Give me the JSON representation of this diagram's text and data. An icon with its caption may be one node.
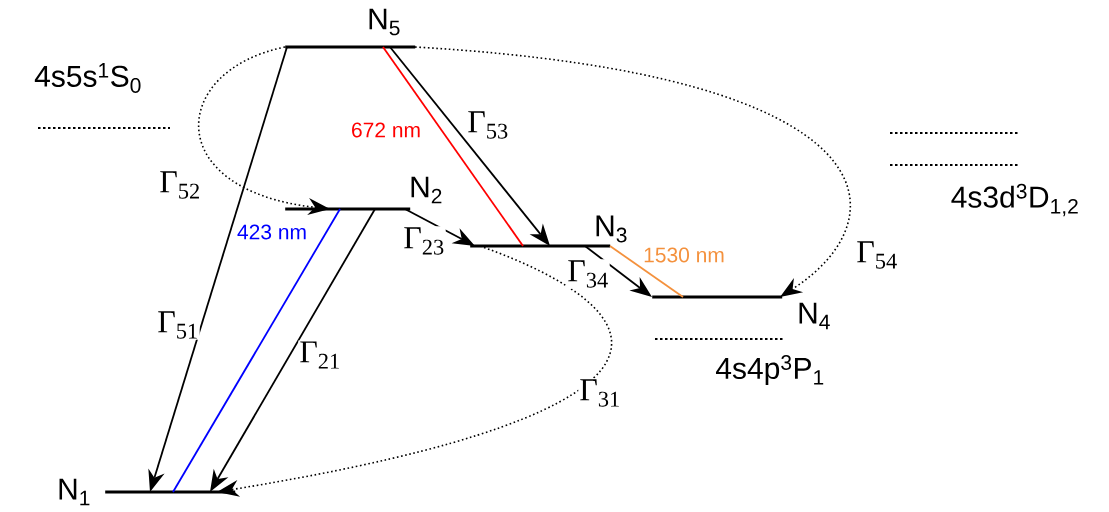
{
  "diagram": {
    "nodes": [
      {
        "text": [],
        "shape": "bar",
        "beside": [
          "N$_{5}$"
        ]
      },
      {
        "text": [],
        "shape": "bar",
        "beside": [
          "N$_{2}$"
        ]
      },
      {
        "text": [],
        "shape": "bar",
        "beside": [
          "N$_{3}$"
        ]
      },
      {
        "text": [],
        "shape": "bar",
        "beside": [
          "N$_{4}$"
        ]
      },
      {
        "text": [],
        "shape": "bar",
        "beside": [
          "N$_{1}$"
        ]
      }
    ],
    "edges": [
      {
        "from": 0,
        "to": 4,
        "arrow": "to",
        "label": "Γ$_{51}$"
      },
      {
        "from": 0,
        "to": 1,
        "arrow": "to",
        "label": "Γ$_{52}$",
        "style": "dashed"
      },
      {
        "from": 0,
        "to": 2,
        "arrow": "to",
        "label": "Γ$_{53}$"
      },
      {
        "from": 0,
        "to": 3,
        "arrow": "to",
        "label": "Γ$_{54}$",
        "style": "dashed"
      },
      {
        "from": 1,
        "to": 4,
        "arrow": "to",
        "label": "Γ$_{21}$"
      },
      {
        "from": 1,
        "to": 2,
        "arrow": "to",
        "label": "Γ$_{23}$"
      },
      {
        "from": 2,
        "to": 3,
        "arrow": "to",
        "label": "Γ$_{34}$"
      },
      {
        "from": 2,
        "to": 4,
        "arrow": "to",
        "label": "Γ$_{31}$",
        "style": "dashed"
      },
      {
        "from": 1,
        "to": 4,
        "arrow": "none",
        "label": "423 nm",
        "color": "#0000ff"
      },
      {
        "from": 0,
        "to": 2,
        "arrow": "none",
        "label": "672 nm",
        "color": "#ff0000"
      },
      {
        "from": 2,
        "to": 3,
        "arrow": "none",
        "label": "1530 nm",
        "color": "#f4913d"
      }
    ],
    "labels": [
      "4s5s$^{1}$S$_{0}$",
      "4s3d$^{3}$D$_{1,2}$",
      "4s4p$^{3}$P$_{1}$"
    ]
  }
}
